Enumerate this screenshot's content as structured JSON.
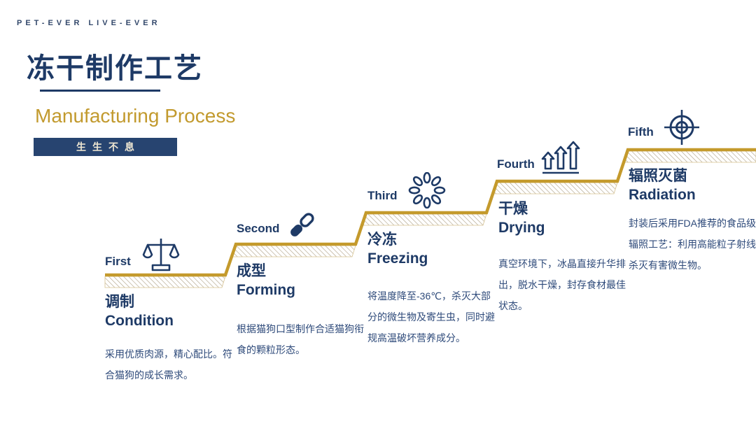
{
  "brand": {
    "logo_text": "PET-EVER LIVE-EVER"
  },
  "header": {
    "title": "冻干制作工艺",
    "subtitle": "Manufacturing Process",
    "badge": "生生不息"
  },
  "colors": {
    "navy": "#1e3a66",
    "gold": "#c49a2c",
    "badge_bg": "#274470",
    "badge_text": "#efe7d2",
    "desc_text": "#2e4a7a",
    "hatch_line": "#b3a58b"
  },
  "steps": [
    {
      "order": "First",
      "icon": "balance-scale-icon",
      "title_zh": "调制",
      "title_en": "Condition",
      "desc": "采用优质肉源，精心配比。符合猫狗的成长需求。"
    },
    {
      "order": "Second",
      "icon": "chain-link-icon",
      "title_zh": "成型",
      "title_en": "Forming",
      "desc": "根据猫狗口型制作合适猫狗衔食的颗粒形态。"
    },
    {
      "order": "Third",
      "icon": "freeze-spinner-icon",
      "title_zh": "冷冻",
      "title_en": "Freezing",
      "desc": "将温度降至-36℃，杀灭大部分的微生物及寄生虫，同时避规高温破坏营养成分。"
    },
    {
      "order": "Fourth",
      "icon": "rising-arrows-icon",
      "title_zh": "干燥",
      "title_en": "Drying",
      "desc": "真空环境下，冰晶直接升华排出，脱水干燥，封存食材最佳状态。"
    },
    {
      "order": "Fifth",
      "icon": "target-crosshair-icon",
      "title_zh": "辐照灭菌",
      "title_en": "Radiation",
      "desc": "封装后采用FDA推荐的食品级辐照工艺：利用高能粒子射线杀灭有害微生物。"
    }
  ]
}
